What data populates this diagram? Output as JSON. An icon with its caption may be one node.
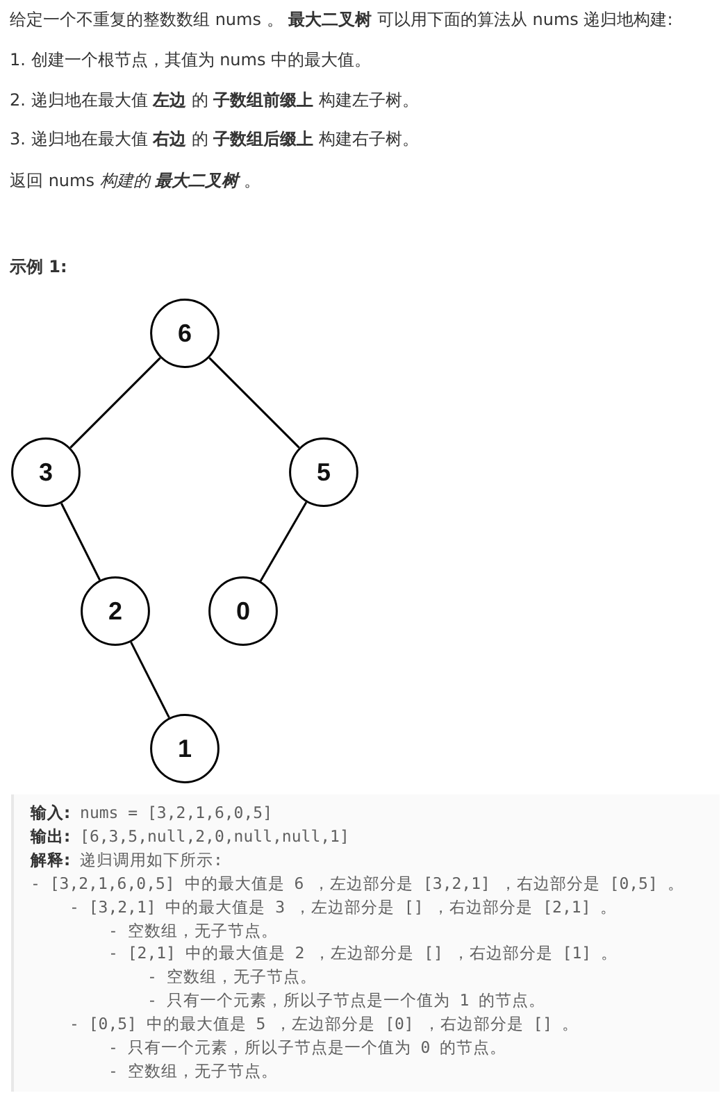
{
  "diagram": {
    "nodes": [
      {
        "text": [
          "6"
        ]
      },
      {
        "text": [
          "3"
        ]
      },
      {
        "text": [
          "5"
        ]
      },
      {
        "text": [
          "2"
        ]
      },
      {
        "text": [
          "0"
        ]
      },
      {
        "text": [
          "1"
        ]
      }
    ],
    "edges": [
      {
        "from": 0,
        "to": 1,
        "arrow": "none"
      },
      {
        "from": 0,
        "to": 2,
        "arrow": "none"
      },
      {
        "from": 1,
        "to": 3,
        "arrow": "none"
      },
      {
        "from": 2,
        "to": 4,
        "arrow": "none"
      },
      {
        "from": 3,
        "to": 5,
        "arrow": "none"
      }
    ],
    "labels": [
      "给定一个不重复的整数数组 nums 。 **最大二叉树** 可以用下面的算法从 nums 递归地构建:",
      "1. 创建一个根节点，其值为 nums 中的最大值。",
      "2. 递归地在最大值 **左边** 的 **子数组前缀上** 构建左子树。",
      "3. 递归地在最大值 **右边** 的 **子数组后缀上** 构建右子树。",
      "返回 nums *构建的* **最大二叉树** 。",
      "示例 1:",
      "**输入:** nums = [3,2,1,6,0,5]",
      "**输出:** [6,3,5,null,2,0,null,null,1]",
      "**解释:** 递归调用如下所示:",
      "- [3,2,1,6,0,5] 中的最大值是 6 ，左边部分是 [3,2,1] ，右边部分是 [0,5] 。",
      "- [3,2,1] 中的最大值是 3 ，左边部分是 [] ，右边部分是 [2,1] 。",
      "- 空数组，无子节点。",
      "- [2,1] 中的最大值是 2 ，左边部分是 [] ，右边部分是 [1] 。",
      "- 空数组，无子节点。",
      "- 只有一个元素，所以子节点是一个值为 1 的节点。",
      "- [0,5] 中的最大值是 5 ，左边部分是 [0] ，右边部分是 [] 。",
      "- 只有一个元素，所以子节点是一个值为 0 的节点。",
      "- 空数组，无子节点。"
    ]
  }
}
